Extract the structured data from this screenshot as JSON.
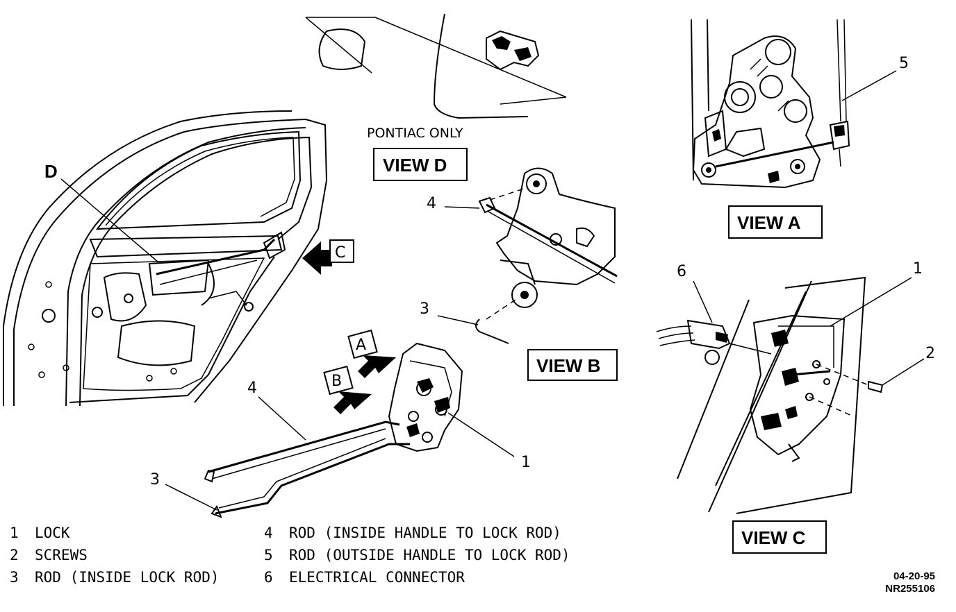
{
  "views": {
    "a": "VIEW A",
    "b": "VIEW B",
    "c": "VIEW C",
    "d": "VIEW D"
  },
  "pontiac_note": "PONTIAC ONLY",
  "callouts": {
    "d_marker": "D",
    "arrow_a": "A",
    "arrow_b": "B",
    "arrow_c": "C",
    "n1_main": "1",
    "n3_main": "3",
    "n4_main": "4",
    "n3_viewb": "3",
    "n4_viewb": "4",
    "n5_viewa": "5",
    "n6_viewc": "6",
    "n1_viewc": "1",
    "n2_viewc": "2"
  },
  "legend": [
    {
      "num": "1",
      "text": "LOCK"
    },
    {
      "num": "2",
      "text": "SCREWS"
    },
    {
      "num": "3",
      "text": "ROD (INSIDE LOCK ROD)"
    },
    {
      "num": "4",
      "text": "ROD (INSIDE HANDLE TO LOCK ROD)"
    },
    {
      "num": "5",
      "text": "ROD (OUTSIDE HANDLE TO LOCK ROD)"
    },
    {
      "num": "6",
      "text": "ELECTRICAL CONNECTOR"
    }
  ],
  "figure_code": {
    "date": "04-20-95",
    "id": "NR255106"
  }
}
